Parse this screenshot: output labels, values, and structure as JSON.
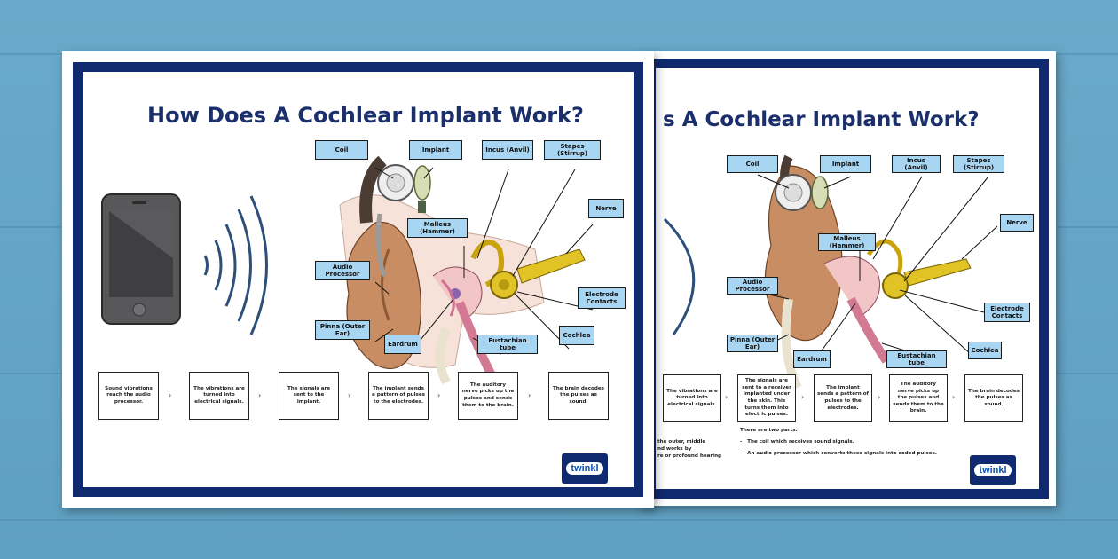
{
  "title": "How Does A Cochlear Implant Work?",
  "title_partial": "s A Cochlear Implant Work?",
  "labels": {
    "coil": "Coil",
    "implant": "Implant",
    "incus": "Incus (Anvil)",
    "stapes": "Stapes (Stirrup)",
    "nerve": "Nerve",
    "malleus": "Malleus (Hammer)",
    "audio_processor": "Audio Processor",
    "electrode": "Electrode Contacts",
    "pinna": "Pinna (Outer Ear)",
    "eardrum": "Eardrum",
    "eustachian": "Eustachian tube",
    "cochlea": "Cochlea"
  },
  "steps": [
    "Sound vibrations reach the audio processor.",
    "The vibrations are turned into electrical signals.",
    "The signals are sent to the implant.",
    "The implant sends a pattern of pulses to the electrodes.",
    "The auditory nerve picks up the pulses and sends them to the brain.",
    "The brain decodes the pulses as sound."
  ],
  "steps_right": [
    "The vibrations are turned into electrical signals.",
    "The signals are sent to a receiver implanted under the skin. This turns them into electric pulses.",
    "The implant sends a pattern of pulses to the electrodes.",
    "The auditory nerve picks up the pulses and sends them to the brain.",
    "The brain decodes the pulses as sound."
  ],
  "notes": {
    "left_partial_1": "the outer, middle",
    "left_partial_2": "nd works by",
    "left_partial_3": "re or profound hearing",
    "heading": "There are two parts:",
    "bullet_1": "The coil which receives sound signals.",
    "bullet_2": "An audio processor which converts these signals into coded pulses."
  },
  "logo_text": "twinkl",
  "colors": {
    "background": "#6aa9c9",
    "frame": "#0f2a6e",
    "title": "#1b2f6b",
    "label_fill": "#a8d5f2"
  }
}
